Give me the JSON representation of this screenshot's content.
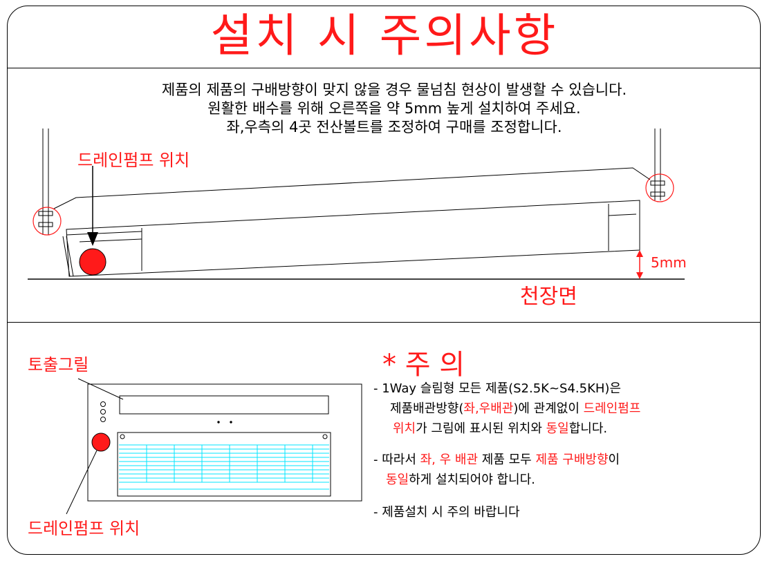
{
  "title": "설치 시 주의사항",
  "intro": {
    "line1": "제품의 제품의 구배방향이 맞지 않을 경우 물넘침 현상이 발생할 수 있습니다.",
    "line2": "원활한 배수를 위해 오른쪽을 약 5mm 높게 설치하여 주세요.",
    "line3": "좌,우측의 4곳 전산볼트를 조정하여 구매를 조정합니다."
  },
  "side_view": {
    "drain_pump_label": "드레인펌프 위치",
    "height_label": "5mm",
    "ceiling_label": "천장면"
  },
  "front_view": {
    "grille_label": "토출그릴",
    "drain_pump_label": "드레인펌프 위치"
  },
  "caution": {
    "heading": "* 주 의",
    "note1_prefix": "-  1Way 슬림형 모든 제품(S2.5K~S4.5KH)은",
    "note1_l2_a": "제품배관방향(",
    "note1_l2_b": "좌,우배관",
    "note1_l2_c": ")에 관계없이 ",
    "note1_l2_d": "드레인펌프",
    "note1_l3_a": "위치",
    "note1_l3_b": "가 그림에 표시된 위치와 ",
    "note1_l3_c": "동일",
    "note1_l3_d": "합니다.",
    "note2_l1_a": "- 따라서 ",
    "note2_l1_b": "좌, 우 배관",
    "note2_l1_c": " 제품 모두 ",
    "note2_l1_d": "제품 구배방향",
    "note2_l1_e": "이",
    "note2_l2_a": "동일",
    "note2_l2_b": "하게 설치되어야 합니다.",
    "note3": "- 제품설치 시 주의 바랍니다"
  },
  "colors": {
    "accent": "#ff1a1a",
    "grille": "#00e5ff",
    "line": "#000000"
  }
}
